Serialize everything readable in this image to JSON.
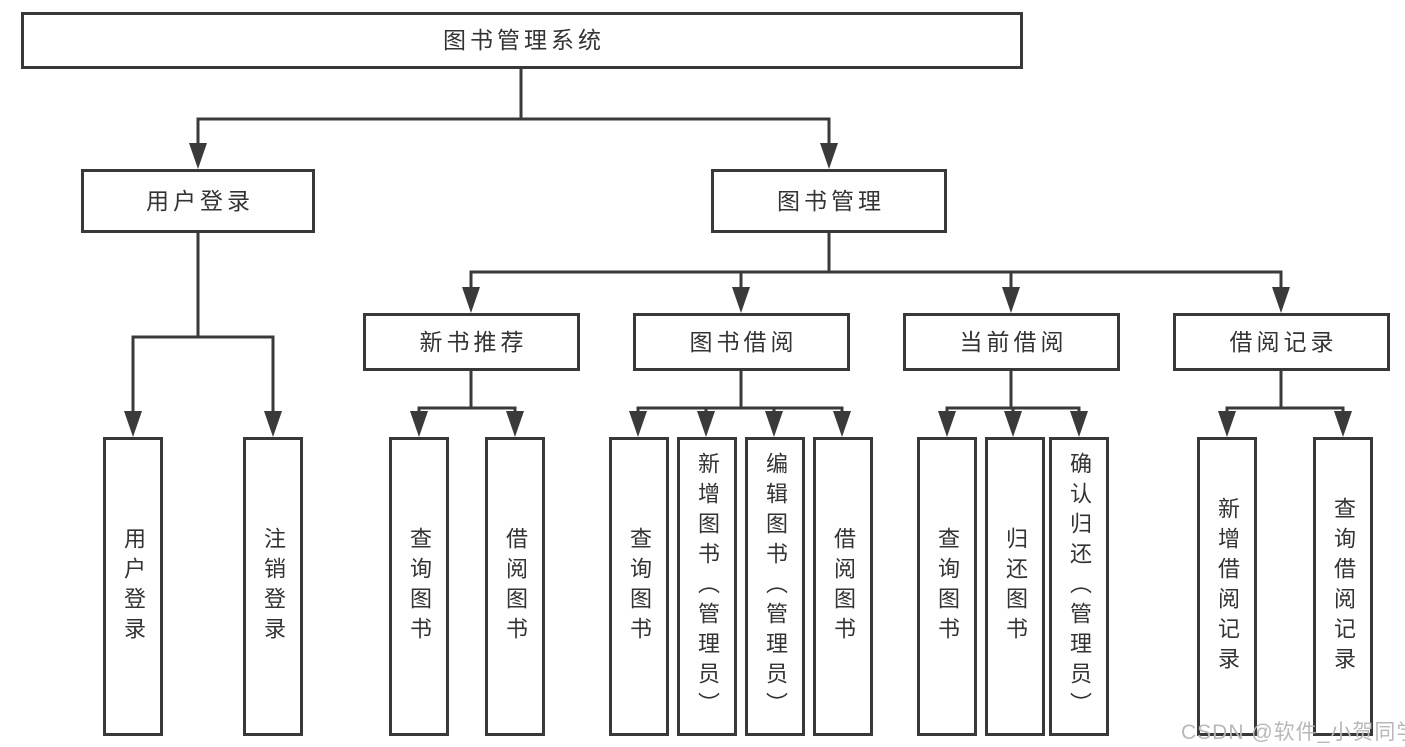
{
  "diagram": {
    "root": {
      "label": "图书管理系统"
    },
    "branches": {
      "login": {
        "label": "用户登录"
      },
      "management": {
        "label": "图书管理"
      }
    },
    "sections": [
      {
        "label": "新书推荐"
      },
      {
        "label": "图书借阅"
      },
      {
        "label": "当前借阅"
      },
      {
        "label": "借阅记录"
      }
    ],
    "leaves": {
      "login": [
        "用户登录",
        "注销登录"
      ],
      "recommend": [
        "查询图书",
        "借阅图书"
      ],
      "borrow": [
        "查询图书",
        "新增图书（管理员）",
        "编辑图书（管理员）",
        "借阅图书"
      ],
      "current": [
        "查询图书",
        "归还图书",
        "确认归还（管理员）"
      ],
      "records": [
        "新增借阅记录",
        "查询借阅记录"
      ]
    }
  },
  "watermark": {
    "text": "CSDN @软件_小贺同学"
  },
  "colors": {
    "line": "#3a3a3a",
    "border": "#383838",
    "text": "#333333",
    "watermark": "#b8b8b8",
    "background": "#ffffff"
  }
}
